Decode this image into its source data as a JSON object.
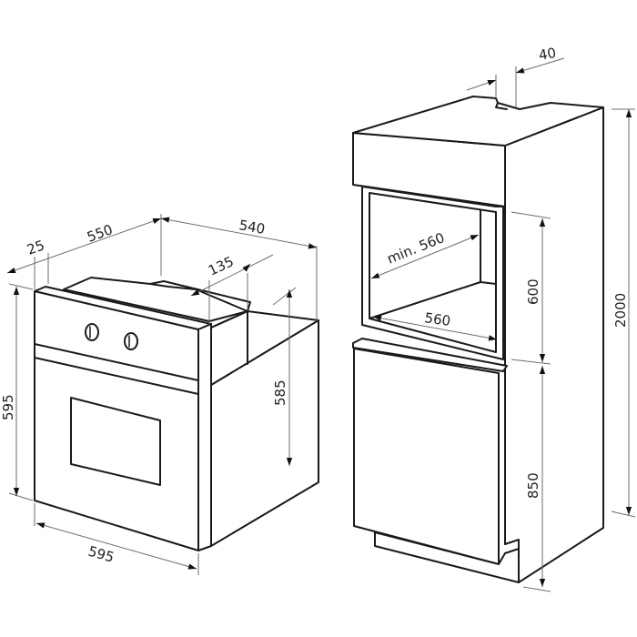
{
  "diagram": {
    "type": "built-in oven installation dimensions",
    "units": "mm",
    "colors": {
      "line": "#1a1a1a",
      "dimension_line": "#6e6e6e",
      "background": "#ffffff"
    },
    "oven": {
      "dimensions": {
        "front_panel_depth": "25",
        "body_depth": "550",
        "total_width_back": "540",
        "top_recess": "135",
        "height": "595",
        "body_height": "585",
        "width": "595"
      },
      "knobs": 2
    },
    "cabinet": {
      "dimensions": {
        "rear_gap": "40",
        "niche_depth": "min. 560",
        "niche_width": "560",
        "niche_height": "600",
        "lower_height": "850",
        "total_height": "2000"
      }
    }
  }
}
